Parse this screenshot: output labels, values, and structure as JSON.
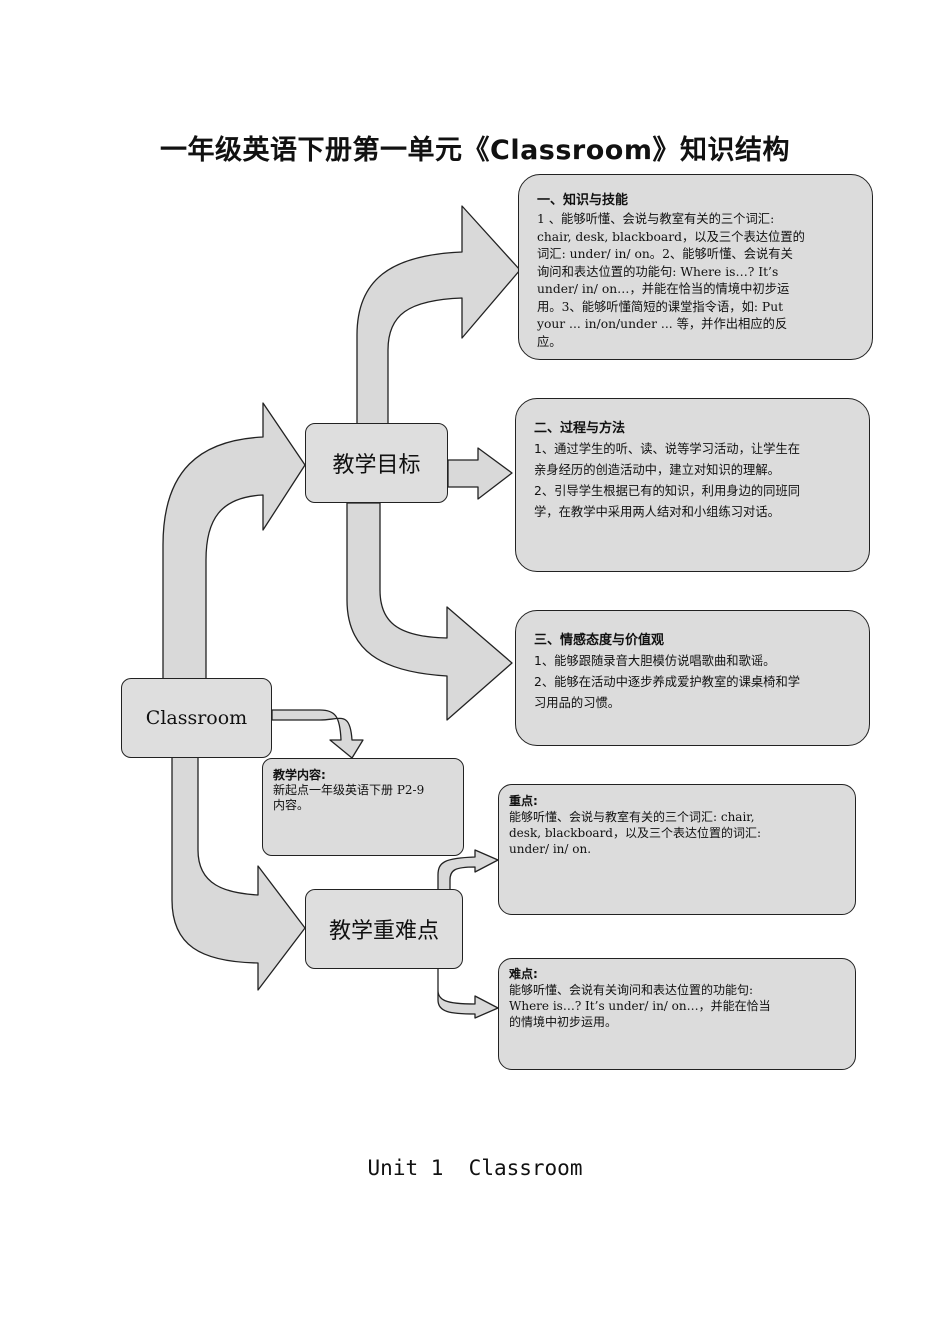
{
  "title": "一年级英语下册第一单元《Classroom》知识结构",
  "root": "Classroom",
  "nodes": {
    "goals": "教学目标",
    "key_difficult": "教学重难点"
  },
  "content_box": {
    "heading": "教学内容:",
    "body": "新起点一年级英语下册 P2-9\n内容。"
  },
  "goal_cards": [
    {
      "heading": "一、知识与技能",
      "body": "1 、能够听懂、会说与教室有关的三个词汇:\nchair, desk, blackboard，以及三个表达位置的\n词汇: under/ in/ on。2、能够听懂、会说有关\n询问和表达位置的功能句: Where is…? It’s\nunder/ in/ on…，并能在恰当的情境中初步运\n用。3、能够听懂简短的课堂指令语，如: Put\nyour ... in/on/under ... 等，并作出相应的反\n应。"
    },
    {
      "heading": "二、过程与方法",
      "body": "1、通过学生的听、读、说等学习活动，让学生在\n亲身经历的创造活动中，建立对知识的理解。\n2、引导学生根据已有的知识，利用身边的同班同\n学，在教学中采用两人结对和小组练习对话。"
    },
    {
      "heading": "三、情感态度与价值观",
      "body": "1、能够跟随录音大胆模仿说唱歌曲和歌谣。\n2、能够在活动中逐步养成爱护教室的课桌椅和学\n习用品的习惯。"
    }
  ],
  "key_points": {
    "heading": "重点:",
    "body": "能够听懂、会说与教室有关的三个词汇: chair,\ndesk, blackboard，以及三个表达位置的词汇:\nunder/ in/ on."
  },
  "difficult_points": {
    "heading": "难点:",
    "body": "能够听懂、会说有关询问和表达位置的功能句:\nWhere is…? It’s under/ in/ on…，并能在恰当\n的情境中初步运用。"
  },
  "footer": "Unit 1  Classroom",
  "colors": {
    "arrow_fill": "#d9d9d9",
    "box_fill": "#dcdcdc",
    "stroke": "#222222"
  }
}
